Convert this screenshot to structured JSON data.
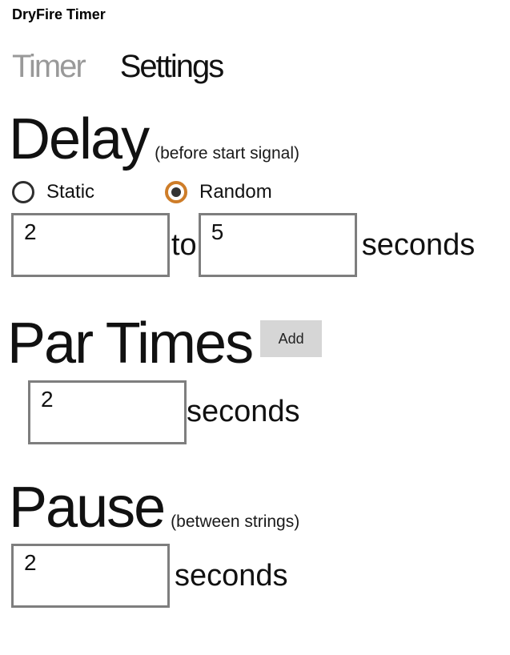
{
  "app": {
    "title": "DryFire Timer"
  },
  "tabs": [
    {
      "label": "Timer",
      "active": false
    },
    {
      "label": "Settings",
      "active": true
    }
  ],
  "delay": {
    "heading": "Delay",
    "subtitle": "(before start signal)",
    "options": [
      {
        "label": "Static",
        "selected": false
      },
      {
        "label": "Random",
        "selected": true
      }
    ],
    "min_value": "2",
    "max_value": "5",
    "to_label": "to",
    "unit": "seconds"
  },
  "par_times": {
    "heading": "Par Times",
    "add_button_label": "Add",
    "value": "2",
    "unit": "seconds"
  },
  "pause": {
    "heading": "Pause",
    "subtitle": "(between strings)",
    "value": "2",
    "unit": "seconds"
  },
  "colors": {
    "accent_orange": "#ce7d29",
    "input_border": "#7e7e7e",
    "inactive_tab_gray": "#999999",
    "add_button_bg": "#d6d6d6",
    "radio_outline": "#2e2e2e"
  }
}
